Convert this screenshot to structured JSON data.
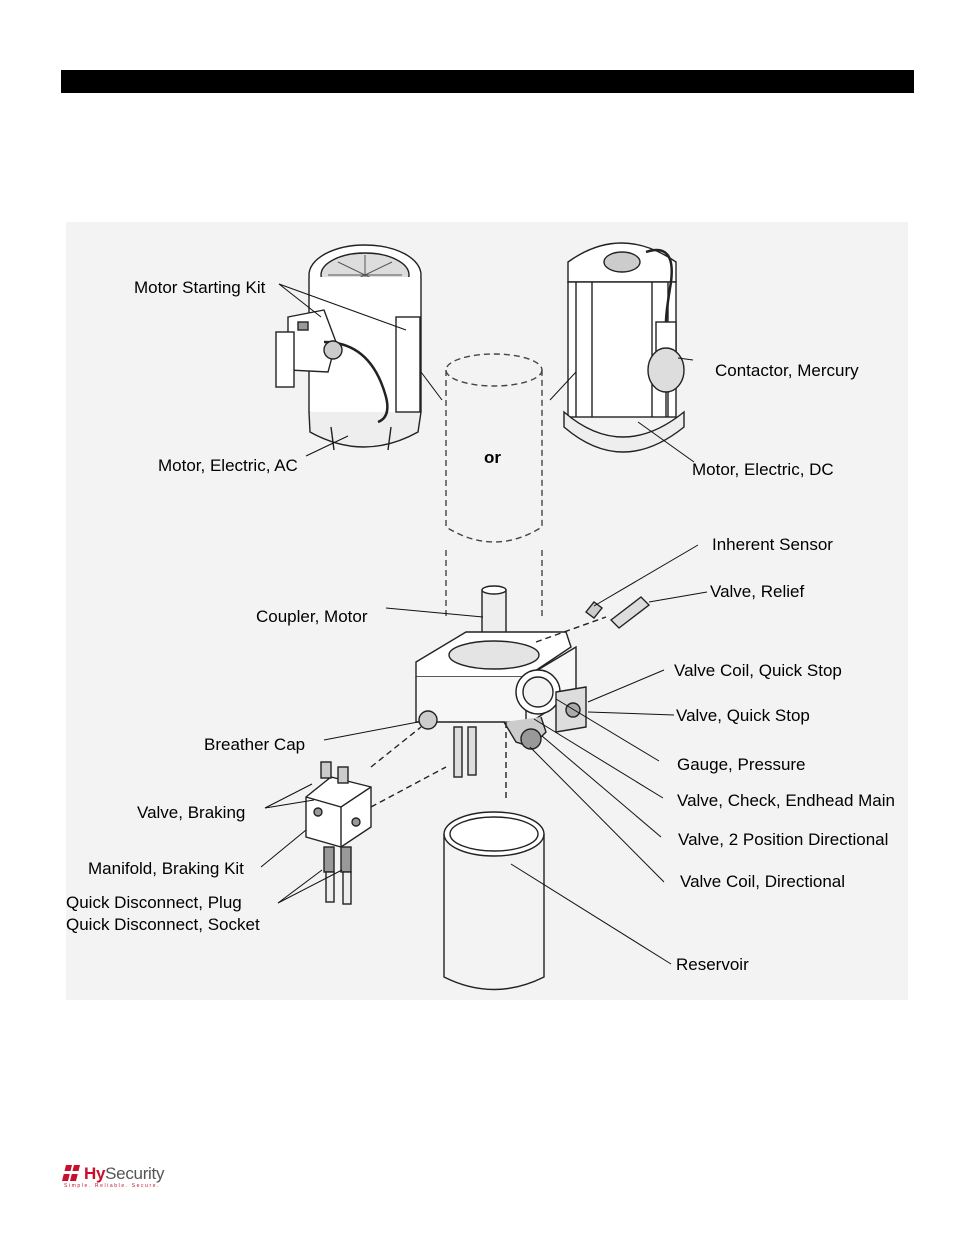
{
  "labels": {
    "motor_starting_kit": "Motor Starting Kit",
    "motor_electric_ac": "Motor, Electric, AC",
    "or": "or",
    "contactor_mercury": "Contactor, Mercury",
    "motor_electric_dc": "Motor, Electric, DC",
    "inherent_sensor": "Inherent Sensor",
    "valve_relief": "Valve, Relief",
    "coupler_motor": "Coupler, Motor",
    "valve_coil_quick_stop": "Valve Coil, Quick Stop",
    "valve_quick_stop": "Valve, Quick Stop",
    "breather_cap": "Breather Cap",
    "gauge_pressure": "Gauge, Pressure",
    "valve_check_endhead_main": "Valve, Check, Endhead Main",
    "valve_braking": "Valve, Braking",
    "valve_2_position_directional": "Valve, 2 Position Directional",
    "manifold_braking_kit": "Manifold, Braking Kit",
    "valve_coil_directional": "Valve Coil, Directional",
    "quick_disconnect_plug": "Quick Disconnect, Plug",
    "quick_disconnect_socket": "Quick Disconnect, Socket",
    "reservoir": "Reservoir"
  },
  "logo": {
    "brand_hy": "Hy",
    "brand_security": "Security",
    "tagline": "Simple. Reliable. Secure."
  },
  "colors": {
    "header_bar": "#000000",
    "figure_bg": "#f3f3f3",
    "logo_red": "#c8102e"
  }
}
